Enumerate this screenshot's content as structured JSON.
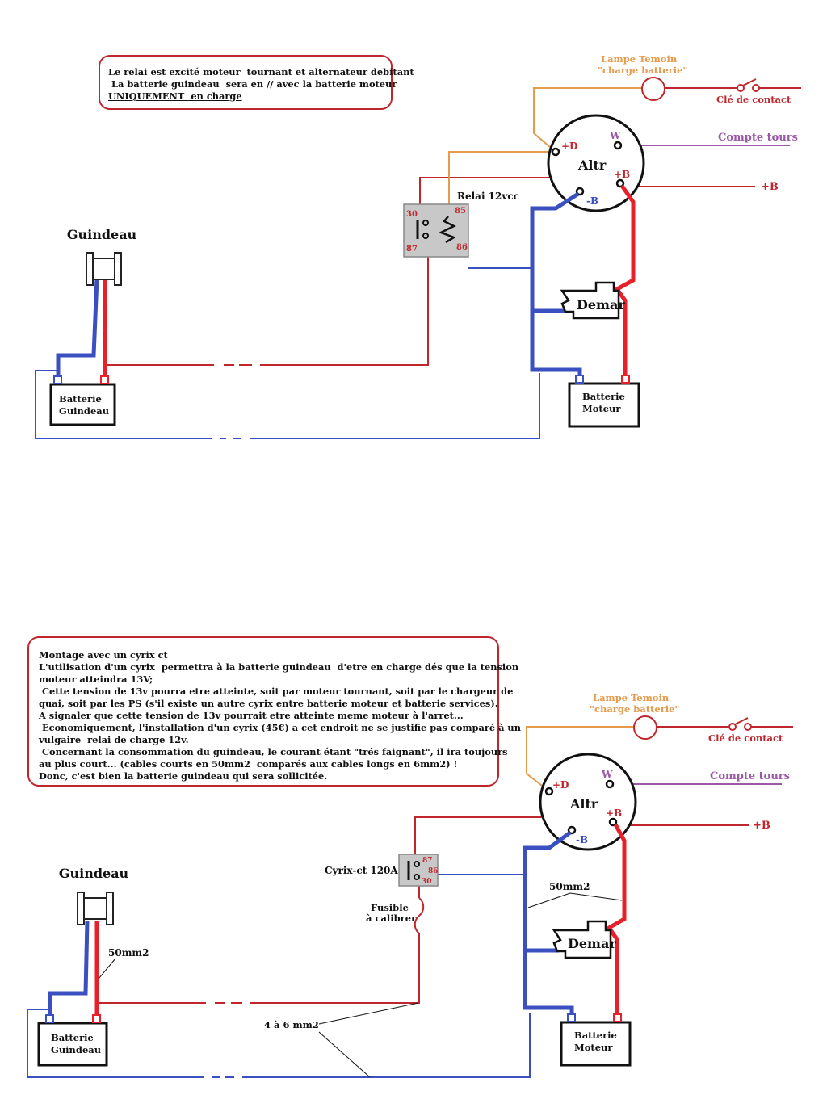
{
  "top": {
    "note_lines": [
      "Le relai est excité moteur  tournant et alternateur debitant",
      " La batterie guindeau  sera en // avec la batterie moteur",
      "UNIQUEMENT  en charge"
    ],
    "guindeau": "Guindeau",
    "batt_guindeau": [
      "Batterie",
      "Guindeau"
    ],
    "batt_moteur": [
      "Batterie",
      "Moteur"
    ],
    "demar": "Demar",
    "altr": "Altr",
    "relay_title": "Relai 12vcc",
    "relay_pins": [
      "30",
      "85",
      "87",
      "86"
    ],
    "lampe": [
      "Lampe  Temoin",
      "\"charge batterie\""
    ],
    "cle": "Clé de contact",
    "compte_tours": "Compte tours",
    "plus_b_out": "+B",
    "term_d": "+D",
    "term_w": "W",
    "term_b": "+B",
    "term_minus_b": "-B"
  },
  "bottom": {
    "note_lines": [
      "Montage avec un cyrix ct",
      "L'utilisation d'un cyrix  permettra à la batterie guindeau  d'etre en charge dés que la tension",
      "moteur atteindra 13V;",
      " Cette tension de 13v pourra etre atteinte, soit par moteur tournant, soit par le chargeur de",
      "quai, soit par les PS (s'il existe un autre cyrix entre batterie moteur et batterie services).",
      "A signaler que cette tension de 13v pourrait etre atteinte meme moteur à l'arret...",
      " Economiquement, l'installation d'un cyrix (45€) a cet endroit ne se justifie pas comparé à un",
      "vulgaire  relai de charge 12v.",
      " Concernant la consommation du guindeau, le courant étant \"trés faignant\", il ira toujours",
      "au plus court... (cables courts en 50mm2  comparés aux cables longs en 6mm2) !",
      "Donc, c'est bien la batterie guindeau qui sera sollicitée."
    ],
    "guindeau": "Guindeau",
    "batt_guindeau": [
      "Batterie",
      "Guindeau"
    ],
    "batt_moteur": [
      "Batterie",
      "Moteur"
    ],
    "demar": "Demar",
    "altr": "Altr",
    "cyrix_title": "Cyrix-ct 120A",
    "cyrix_pins": [
      "87",
      "86",
      "30"
    ],
    "fusible": [
      "Fusible",
      "à calibrer"
    ],
    "cable_50_left": "50mm2",
    "cable_50_right": "50mm2",
    "cable_4_6": "4 à 6 mm2",
    "lampe": [
      "Lampe  Temoin",
      "\"charge batterie\""
    ],
    "cle": "Clé de contact",
    "compte_tours": "Compte tours",
    "plus_b_out": "+B",
    "term_d": "+D",
    "term_w": "W",
    "term_b": "+B",
    "term_minus_b": "-B"
  },
  "colors": {
    "positive": "#e8202a",
    "negative": "#3a4fc0",
    "excitation": "#e59a4c",
    "tachometer": "#9b59a6",
    "thin_red": "#c0272d",
    "relay_body": "#c8c8c8"
  }
}
